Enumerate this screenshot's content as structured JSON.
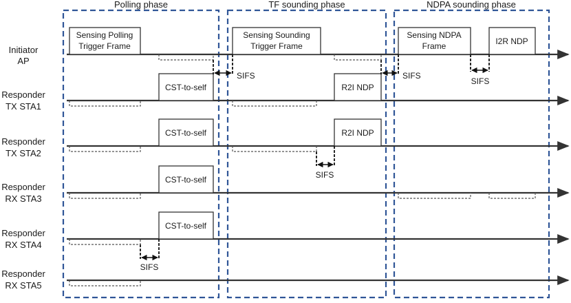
{
  "phases": [
    {
      "title": "Polling phase"
    },
    {
      "title": "TF sounding phase"
    },
    {
      "title": "NDPA sounding phase"
    }
  ],
  "rows": [
    {
      "line1": "Initiator",
      "line2": "AP"
    },
    {
      "line1": "Responder",
      "line2": "TX STA1"
    },
    {
      "line1": "Responder",
      "line2": "TX STA2"
    },
    {
      "line1": "Responder",
      "line2": "RX STA3"
    },
    {
      "line1": "Responder",
      "line2": "RX STA4"
    },
    {
      "line1": "Responder",
      "line2": "RX STA5"
    }
  ],
  "frames": {
    "sensing_polling_tf": {
      "line1": "Sensing Polling",
      "line2": "Trigger Frame"
    },
    "sensing_sounding_tf": {
      "line1": "Sensing Sounding",
      "line2": "Trigger Frame"
    },
    "sensing_ndpa": {
      "line1": "Sensing NDPA",
      "line2": "Frame"
    },
    "i2r_ndp": "I2R NDP",
    "r2i_ndp": "R2I NDP",
    "cts_to_self": "CST-to-self"
  },
  "sifs_label": "SIFS",
  "colors": {
    "phase_border": "#2f5597",
    "line": "#333333",
    "text": "#1a1a1a"
  }
}
